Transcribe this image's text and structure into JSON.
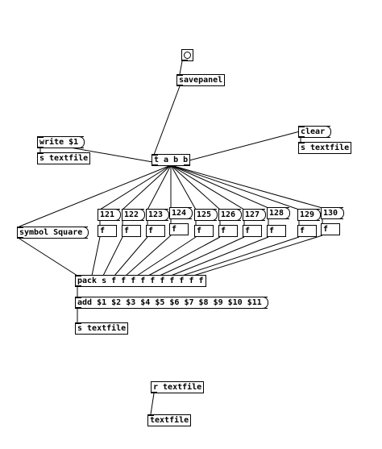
{
  "window": {
    "title": ""
  },
  "objects": {
    "bang": {
      "label": ""
    },
    "savepanel": "savepanel",
    "write": "write $1",
    "s_textfile_1": "s textfile",
    "clear": "clear",
    "s_textfile_2": "s textfile",
    "tabb": "t a b b",
    "symbol": "symbol Square",
    "numbers": [
      "121",
      "122",
      "123",
      "124",
      "125",
      "126",
      "127",
      "128",
      "129",
      "130"
    ],
    "f_label": "f",
    "pack": "pack s f f f f f f f f f f",
    "add": "add $1 $2 $3 $4 $5 $6 $7 $8 $9 $10 $11",
    "s_textfile_3": "s textfile",
    "r_textfile": "r textfile",
    "textfile": "textfile"
  }
}
